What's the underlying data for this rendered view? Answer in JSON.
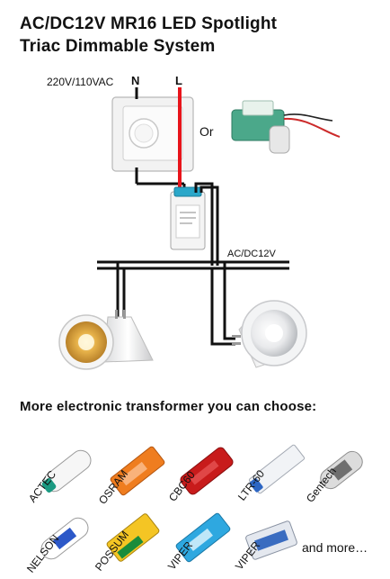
{
  "header": {
    "title_line1": "AC/DC12V MR16 LED Spotlight",
    "title_line2": "Triac Dimmable System"
  },
  "diagram": {
    "supply_label": "220V/110VAC",
    "neutral_label": "N",
    "live_label": "L",
    "or_label": "Or",
    "output_label": "AC/DC12V",
    "wire_colors": {
      "neutral": "#111111",
      "live": "#e8141b"
    }
  },
  "transformers": {
    "heading": "More electronic transformer you can choose:",
    "brands_row1": [
      "ACTEC",
      "OSRAM",
      "CBC60",
      "LTR-60",
      "Gentech"
    ],
    "brands_row2": [
      "NELSON",
      "POSSUM",
      "VIPER",
      "VIPER"
    ],
    "and_more": "and more…"
  }
}
